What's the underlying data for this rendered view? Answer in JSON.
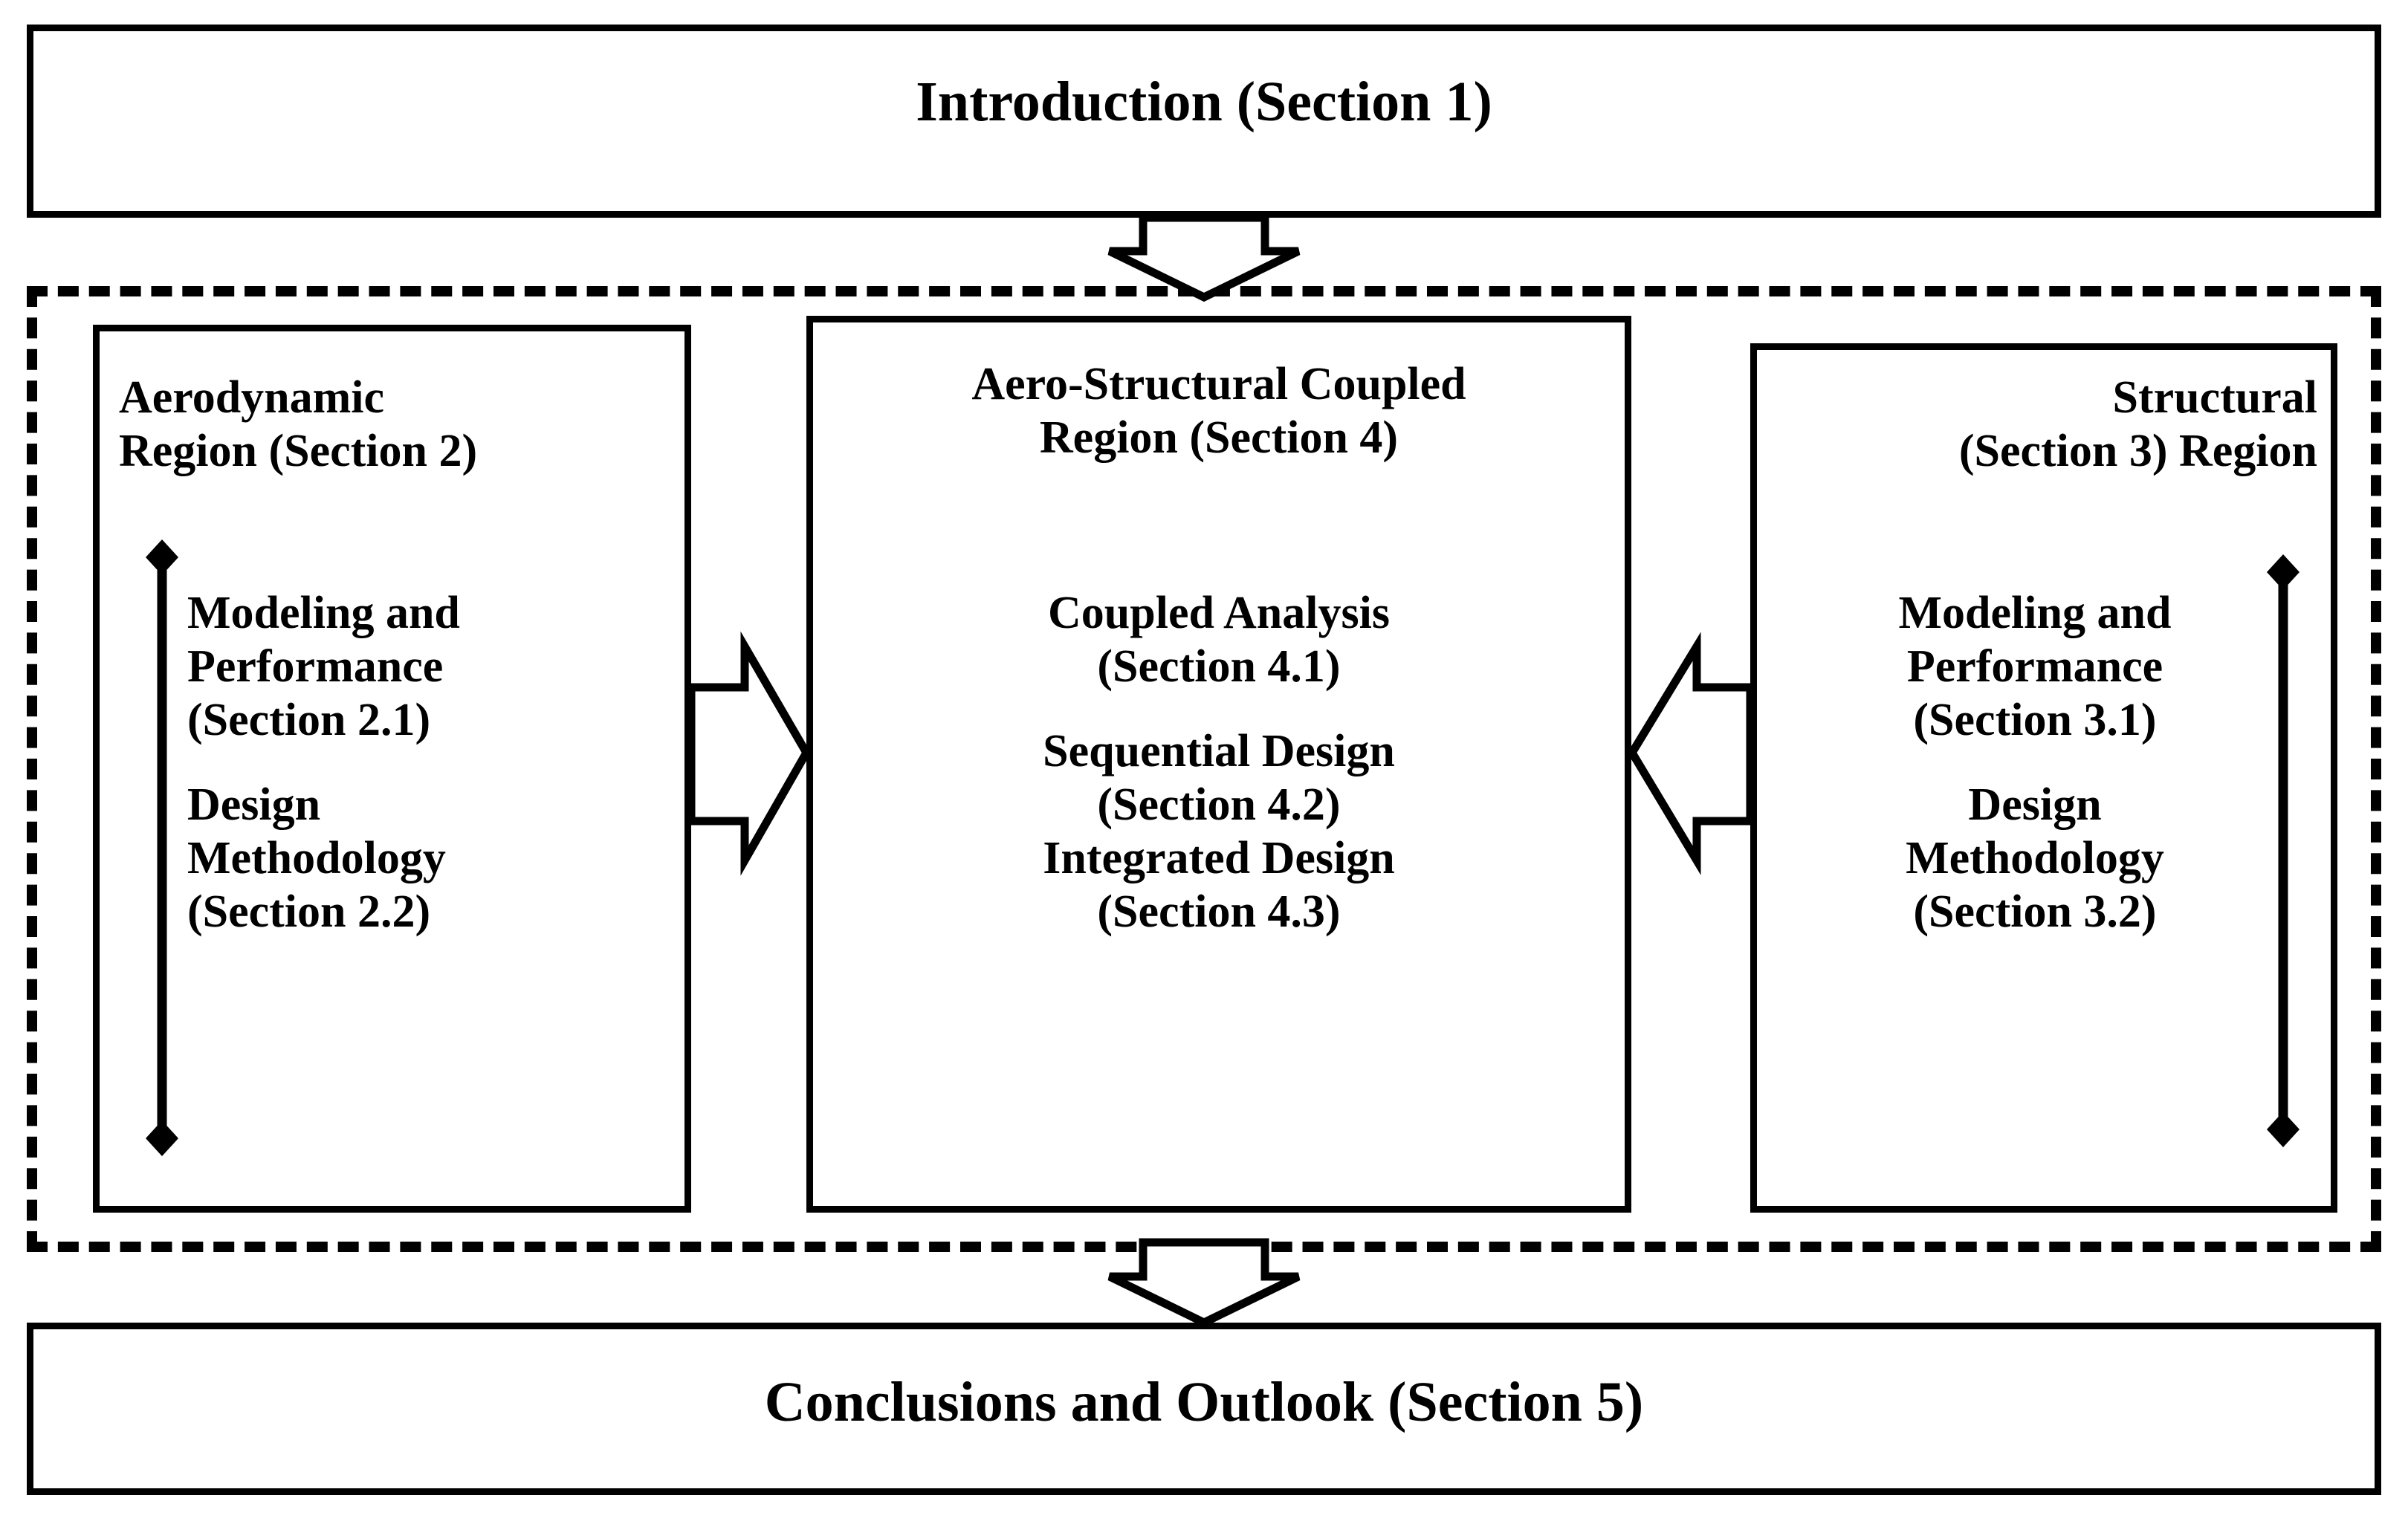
{
  "diagram": {
    "type": "flowchart",
    "title_top": "Introduction (Section 1)",
    "title_bottom": "Conclusions and Outlook (Section 5)",
    "panels": {
      "left": {
        "heading_line1": "Aerodynamic",
        "heading_line2": "Region (Section 2)",
        "item1_line1": "Modeling and",
        "item1_line2": "Performance",
        "item1_line3": "(Section 2.1)",
        "item2_line1": "Design",
        "item2_line2": "Methodology",
        "item2_line3": "(Section 2.2)"
      },
      "center": {
        "heading_line1": "Aero-Structural Coupled",
        "heading_line2": "Region (Section 4)",
        "item1_line1": "Coupled Analysis",
        "item1_line2": "(Section 4.1)",
        "item2_line1": "Sequential Design",
        "item2_line2": "(Section 4.2)",
        "item3_line1": "Integrated Design",
        "item3_line2": "(Section 4.3)"
      },
      "right": {
        "heading_line1": "Structural",
        "heading_line2": "(Section 3) Region",
        "item1_line1": "Modeling and",
        "item1_line2": "Performance",
        "item1_line3": "(Section 3.1)",
        "item2_line1": "Design",
        "item2_line2": "Methodology",
        "item2_line3": "(Section 3.2)"
      }
    },
    "connectors": [
      {
        "name": "intro-to-region-arrow",
        "direction": "down"
      },
      {
        "name": "aero-to-coupled-arrow",
        "direction": "right"
      },
      {
        "name": "structural-to-coupled-arrow",
        "direction": "left"
      },
      {
        "name": "region-to-conclusions-arrow",
        "direction": "down"
      },
      {
        "name": "aero-vertical-double-arrow",
        "direction": "vertical"
      },
      {
        "name": "structural-vertical-double-arrow",
        "direction": "vertical"
      }
    ],
    "colors": {
      "stroke": "#000000",
      "fill": "#ffffff"
    }
  }
}
